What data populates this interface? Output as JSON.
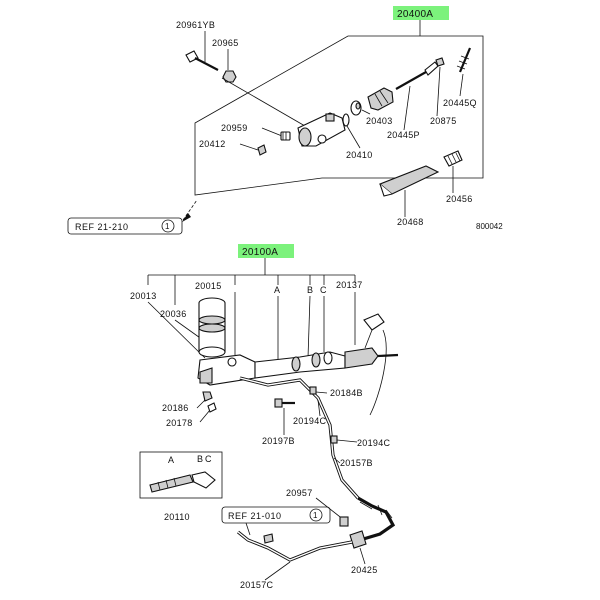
{
  "assemblies": [
    {
      "number": "20400A",
      "highlight": "#7cf27c"
    },
    {
      "number": "20100A",
      "highlight": "#7cf27c"
    }
  ],
  "part_labels": [
    "20961YB",
    "20965",
    "20959",
    "20412",
    "20403",
    "20410",
    "20875",
    "20445Q",
    "20445P",
    "20456",
    "20468",
    "20013",
    "20015",
    "20036",
    "20137",
    "20186",
    "20178",
    "20184B",
    "20194C",
    "20194C",
    "20197B",
    "20157B",
    "20110",
    "20957",
    "20425",
    "20157C"
  ],
  "letters": [
    "A",
    "B",
    "C",
    "A",
    "B",
    "C"
  ],
  "refs": [
    {
      "text": "REF  21-210",
      "circle": "1"
    },
    {
      "text": "REF  21-010",
      "circle": "1"
    }
  ],
  "drawing_code": "800042"
}
